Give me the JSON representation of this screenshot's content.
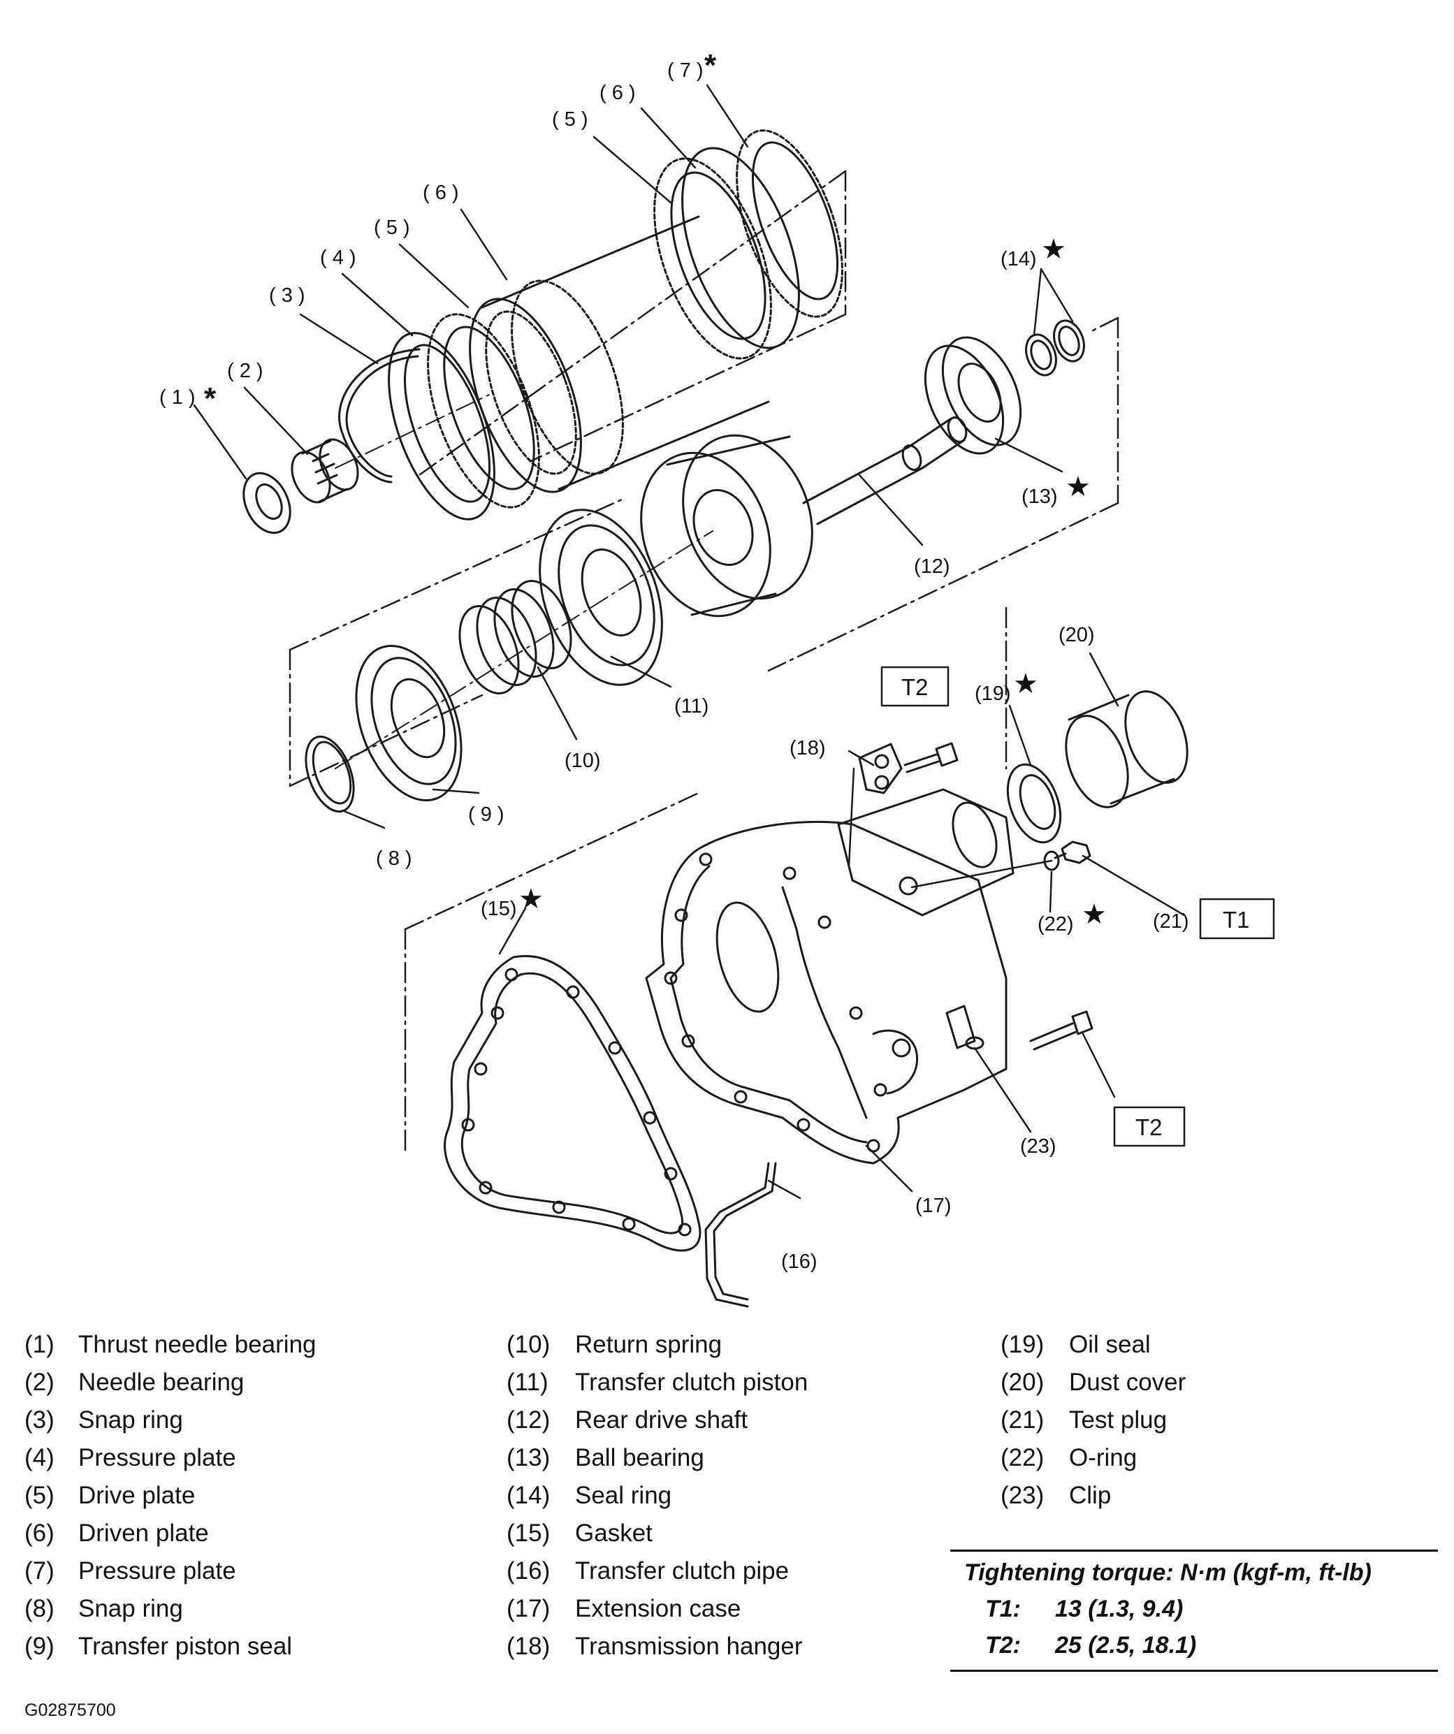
{
  "callouts": {
    "c1": "( 1 )",
    "c2": "( 2 )",
    "c3": "( 3 )",
    "c4": "( 4 )",
    "c5a": "( 5 )",
    "c6a": "( 6 )",
    "c5b": "( 5 )",
    "c6b": "( 6 )",
    "c7": "( 7 )",
    "c8": "( 8 )",
    "c9": "( 9 )",
    "c10": "(10)",
    "c11": "(11)",
    "c12": "(12)",
    "c13": "(13)",
    "c14": "(14)",
    "c15": "(15)",
    "c16": "(16)",
    "c17": "(17)",
    "c18": "(18)",
    "c19": "(19)",
    "c20": "(20)",
    "c21": "(21)",
    "c22": "(22)",
    "c23": "(23)"
  },
  "torque_boxes": {
    "t2_upper": "T2",
    "t1": "T1",
    "t2_lower": "T2"
  },
  "symbols": {
    "asterisk": "*",
    "star": "★"
  },
  "legend": {
    "col1": [
      {
        "num": "(1)",
        "name": "Thrust needle bearing"
      },
      {
        "num": "(2)",
        "name": "Needle bearing"
      },
      {
        "num": "(3)",
        "name": "Snap ring"
      },
      {
        "num": "(4)",
        "name": "Pressure plate"
      },
      {
        "num": "(5)",
        "name": "Drive plate"
      },
      {
        "num": "(6)",
        "name": "Driven plate"
      },
      {
        "num": "(7)",
        "name": "Pressure plate"
      },
      {
        "num": "(8)",
        "name": "Snap ring"
      },
      {
        "num": "(9)",
        "name": "Transfer piston seal"
      }
    ],
    "col2": [
      {
        "num": "(10)",
        "name": "Return spring"
      },
      {
        "num": "(11)",
        "name": "Transfer clutch piston"
      },
      {
        "num": "(12)",
        "name": "Rear drive shaft"
      },
      {
        "num": "(13)",
        "name": "Ball bearing"
      },
      {
        "num": "(14)",
        "name": "Seal ring"
      },
      {
        "num": "(15)",
        "name": "Gasket"
      },
      {
        "num": "(16)",
        "name": "Transfer clutch pipe"
      },
      {
        "num": "(17)",
        "name": "Extension case"
      },
      {
        "num": "(18)",
        "name": "Transmission hanger"
      }
    ],
    "col3": [
      {
        "num": "(19)",
        "name": "Oil seal"
      },
      {
        "num": "(20)",
        "name": "Dust cover"
      },
      {
        "num": "(21)",
        "name": "Test plug"
      },
      {
        "num": "(22)",
        "name": "O-ring"
      },
      {
        "num": "(23)",
        "name": "Clip"
      }
    ]
  },
  "torque": {
    "title": "Tightening torque: N·m (kgf-m, ft-lb)",
    "rows": [
      {
        "key": "T1:",
        "value": "13 (1.3, 9.4)"
      },
      {
        "key": "T2:",
        "value": "25 (2.5, 18.1)"
      }
    ]
  },
  "figure_code": "G02875700"
}
